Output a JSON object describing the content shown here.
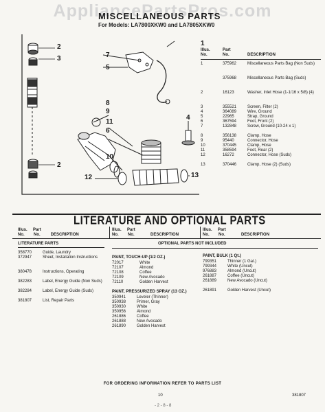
{
  "watermark": "AppliancePartsPros.com",
  "header": {
    "title": "MISCELLANEOUS PARTS",
    "models": "For Models: LA7800XKW0 and LA7805XKW0"
  },
  "diagram_callouts": [
    "1",
    "2",
    "3",
    "7",
    "5",
    "8",
    "9",
    "11",
    "6",
    "10",
    "4",
    "2",
    "12",
    "13"
  ],
  "parts_table": {
    "headers": {
      "illus": "Illus.",
      "no": "No.",
      "part": "Part",
      "part_no": "No.",
      "description": "DESCRIPTION"
    },
    "rows": [
      {
        "illus": "1",
        "part": "375962",
        "desc": "Miscellaneous Parts Bag (Non Suds)"
      },
      {
        "illus": "",
        "part": "375968",
        "desc": "Miscellaneous Parts Bag (Suds)"
      },
      {
        "illus": "2",
        "part": "16123",
        "desc": "Washer, Inlet Hose (1-1/16 x 5/8) (4)"
      },
      {
        "illus": "3",
        "part": "355521",
        "desc": "Screen, Filter (2)"
      },
      {
        "illus": "4",
        "part": "364089",
        "desc": "Wire, Ground"
      },
      {
        "illus": "5",
        "part": "22965",
        "desc": "Strap, Ground"
      },
      {
        "illus": "6",
        "part": "367594",
        "desc": "Foot, Front (2)"
      },
      {
        "illus": "7",
        "part": "132848",
        "desc": "Screw, Ground (10-24 x 1)"
      },
      {
        "illus": "8",
        "part": "356138",
        "desc": "Clamp, Hose"
      },
      {
        "illus": "9",
        "part": "95440",
        "desc": "Connector, Hose"
      },
      {
        "illus": "10",
        "part": "370445",
        "desc": "Clamp, Hose"
      },
      {
        "illus": "11",
        "part": "358594",
        "desc": "Foot, Rear (2)"
      },
      {
        "illus": "12",
        "part": "16272",
        "desc": "Connector, Hose (Suds)"
      },
      {
        "illus": "13",
        "part": "370446",
        "desc": "Clamp, Hose (2) (Suds)"
      }
    ]
  },
  "literature": {
    "title": "LITERATURE AND OPTIONAL PARTS",
    "col_headers": {
      "illus": "Illus.",
      "no": "No.",
      "part": "Part",
      "part_no": "No.",
      "description": "DESCRIPTION"
    },
    "literature_parts_label": "LITERATURE PARTS",
    "literature_parts": [
      {
        "part": "358770",
        "desc": "Guide, Laundry"
      },
      {
        "part": "372947",
        "desc": "Sheet, Installation Instructions"
      },
      {
        "part": "380478",
        "desc": "Instructions, Operating"
      },
      {
        "part": "382283",
        "desc": "Label, Energy Guide (Non Suds)"
      },
      {
        "part": "382284",
        "desc": "Label, Energy Guide (Suds)"
      },
      {
        "part": "381807",
        "desc": "List, Repair Parts"
      }
    ],
    "optional_note": "OPTIONAL PARTS NOT INCLUDED",
    "touchup_label": "PAINT, TOUCH-UP (1/2 OZ.)",
    "touchup": [
      {
        "part": "72017",
        "desc": "White"
      },
      {
        "part": "72107",
        "desc": "Almond"
      },
      {
        "part": "72108",
        "desc": "Coffee"
      },
      {
        "part": "72109",
        "desc": "New Avocado"
      },
      {
        "part": "72110",
        "desc": "Golden Harvest"
      }
    ],
    "spray_label": "PAINT, PRESSURIZED SPRAY (13 OZ.)",
    "spray": [
      {
        "part": "350941",
        "desc": "Leveler (Thinner)"
      },
      {
        "part": "350938",
        "desc": "Primer, Gray"
      },
      {
        "part": "350930",
        "desc": "White"
      },
      {
        "part": "350956",
        "desc": "Almond"
      },
      {
        "part": "261886",
        "desc": "Coffee"
      },
      {
        "part": "261888",
        "desc": "New Avocado"
      },
      {
        "part": "261890",
        "desc": "Golden Harvest"
      }
    ],
    "bulk_label": "PAINT, BULK (1 Qt.)",
    "bulk": [
      {
        "part": "799351",
        "desc": "Thinner (1 Gal.)"
      },
      {
        "part": "799344",
        "desc": "White (Uncut)"
      },
      {
        "part": "976883",
        "desc": "Almond (Uncut)"
      },
      {
        "part": "261887",
        "desc": "Coffee (Uncut)"
      },
      {
        "part": "261889",
        "desc": "New Avocado (Uncut)"
      },
      {
        "part": "261891",
        "desc": "Golden Harvest (Uncut)"
      }
    ]
  },
  "footer": {
    "note": "FOR ORDERING INFORMATION REFER TO PARTS LIST",
    "page": "10",
    "doc_no": "381807",
    "scribble": "- 2 - 8 - 8"
  }
}
